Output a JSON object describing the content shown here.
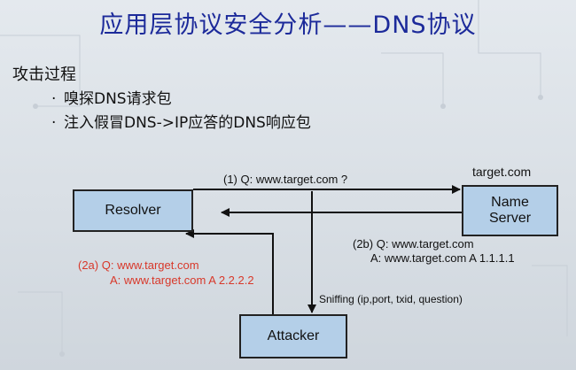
{
  "slide": {
    "title": "应用层协议安全分析——DNS协议",
    "section_heading": "攻击过程",
    "bullets": [
      "嗅探DNS请求包",
      "注入假冒DNS->IP应答的DNS响应包"
    ],
    "bullet_marker": "·"
  },
  "diagram": {
    "resolver_label": "Resolver",
    "name_server_label_line1": "Name",
    "name_server_label_line2": "Server",
    "name_server_host": "target.com",
    "attacker_label": "Attacker",
    "query_label": "(1) Q: www.target.com ?",
    "response_2b_q": "(2b) Q: www.target.com",
    "response_2b_a": "A: www.target.com A 1.1.1.1",
    "response_2a_q": "(2a) Q: www.target.com",
    "response_2a_a": "A: www.target.com A 2.2.2.2",
    "sniffing_label": "Sniffing (ip,port, txid, question)"
  },
  "colors": {
    "title": "#1c2a9a",
    "box_fill": "#b4cfe8",
    "attack_text": "#d8382a"
  }
}
